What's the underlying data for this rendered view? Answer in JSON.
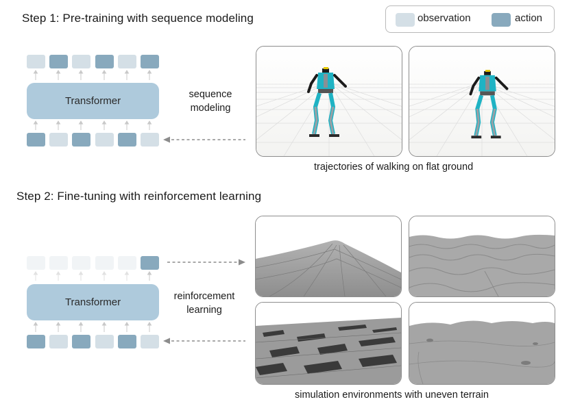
{
  "step1": {
    "title": "Step 1: Pre-training with sequence modeling",
    "transformer_label": "Transformer",
    "side_label_line1": "sequence",
    "side_label_line2": "modeling",
    "caption": "trajectories of walking on flat ground"
  },
  "step2": {
    "title": "Step 2: Fine-tuning with reinforcement learning",
    "transformer_label": "Transformer",
    "side_label_line1": "reinforcement",
    "side_label_line2": "learning",
    "caption": "simulation environments with uneven terrain"
  },
  "legend": {
    "observation_label": "observation",
    "action_label": "action"
  },
  "colors": {
    "observation": "#d4dfe6",
    "action": "#88a9bd",
    "transformer": "#aecadc",
    "robot_accent": "#1fb3c4"
  }
}
